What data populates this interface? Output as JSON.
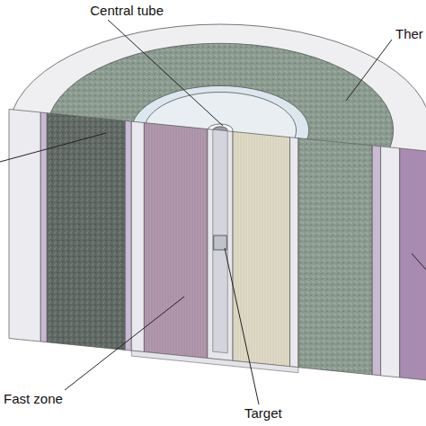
{
  "diagram": {
    "labels": [
      "Central tube",
      "Ther",
      "Fast zone",
      "Target"
    ]
  }
}
